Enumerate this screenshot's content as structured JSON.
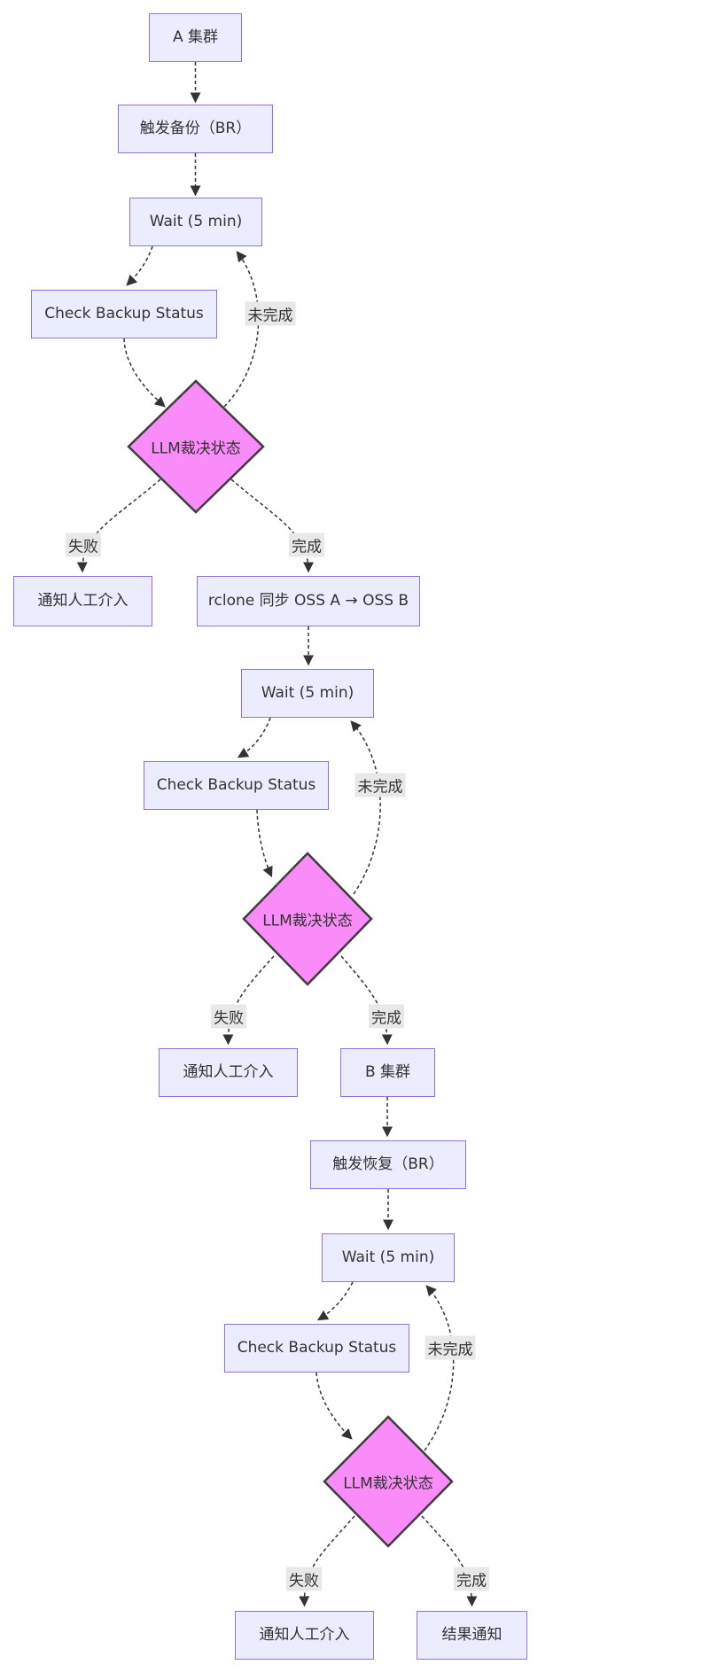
{
  "diagram": {
    "type": "flowchart",
    "direction": "top-down",
    "colors": {
      "node_fill": "#ECECFF",
      "node_border": "#9370DB",
      "decision_fill": "#fa8cfa",
      "decision_border": "#3d3d3d",
      "edge_color": "#333333",
      "edge_label_bg": "#e8e8e8",
      "text_color": "#333333",
      "background": "#ffffff"
    },
    "nodes": {
      "a_cluster": "A 集群",
      "trigger_backup": "触发备份（BR）",
      "wait1": "Wait (5 min)",
      "check1": "Check Backup Status",
      "decision1": "LLM裁决状态",
      "notify1": "通知人工介入",
      "rclone_sync": "rclone 同步 OSS A → OSS B",
      "wait2": "Wait (5 min)",
      "check2": "Check Backup Status",
      "decision2": "LLM裁决状态",
      "notify2": "通知人工介入",
      "b_cluster": "B 集群",
      "trigger_restore": "触发恢复（BR）",
      "wait3": "Wait (5 min)",
      "check3": "Check Backup Status",
      "decision3": "LLM裁决状态",
      "notify3": "通知人工介入",
      "result_notice": "结果通知"
    },
    "edge_labels": {
      "incomplete1": "未完成",
      "fail1": "失败",
      "done1": "完成",
      "incomplete2": "未完成",
      "fail2": "失败",
      "done2": "完成",
      "incomplete3": "未完成",
      "fail3": "失败",
      "done3": "完成"
    }
  }
}
